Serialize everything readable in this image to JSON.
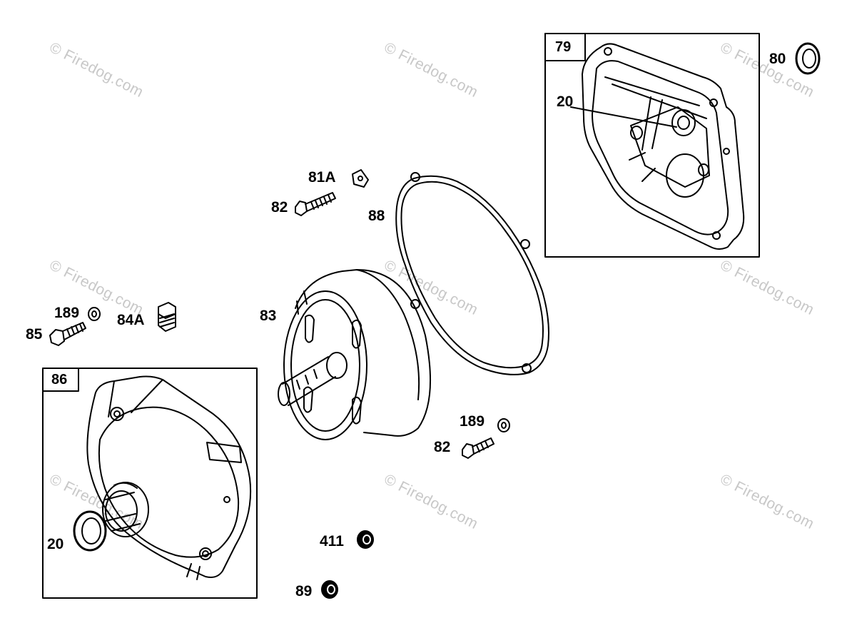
{
  "watermark": "© Firedog.com",
  "boxes": [
    {
      "id": "box-79",
      "label": "79"
    },
    {
      "id": "box-86",
      "label": "86"
    }
  ],
  "callouts": [
    {
      "id": "80",
      "label": "80"
    },
    {
      "id": "20-top",
      "label": "20"
    },
    {
      "id": "81A",
      "label": "81A"
    },
    {
      "id": "82-top",
      "label": "82"
    },
    {
      "id": "88",
      "label": "88"
    },
    {
      "id": "189-left",
      "label": "189"
    },
    {
      "id": "84A",
      "label": "84A"
    },
    {
      "id": "85",
      "label": "85"
    },
    {
      "id": "83",
      "label": "83"
    },
    {
      "id": "189-right",
      "label": "189"
    },
    {
      "id": "82-bottom",
      "label": "82"
    },
    {
      "id": "20-bottom",
      "label": "20"
    },
    {
      "id": "411",
      "label": "411"
    },
    {
      "id": "89",
      "label": "89"
    }
  ],
  "colors": {
    "line": "#000000",
    "watermark": "#c8c8c8",
    "background": "#ffffff"
  }
}
